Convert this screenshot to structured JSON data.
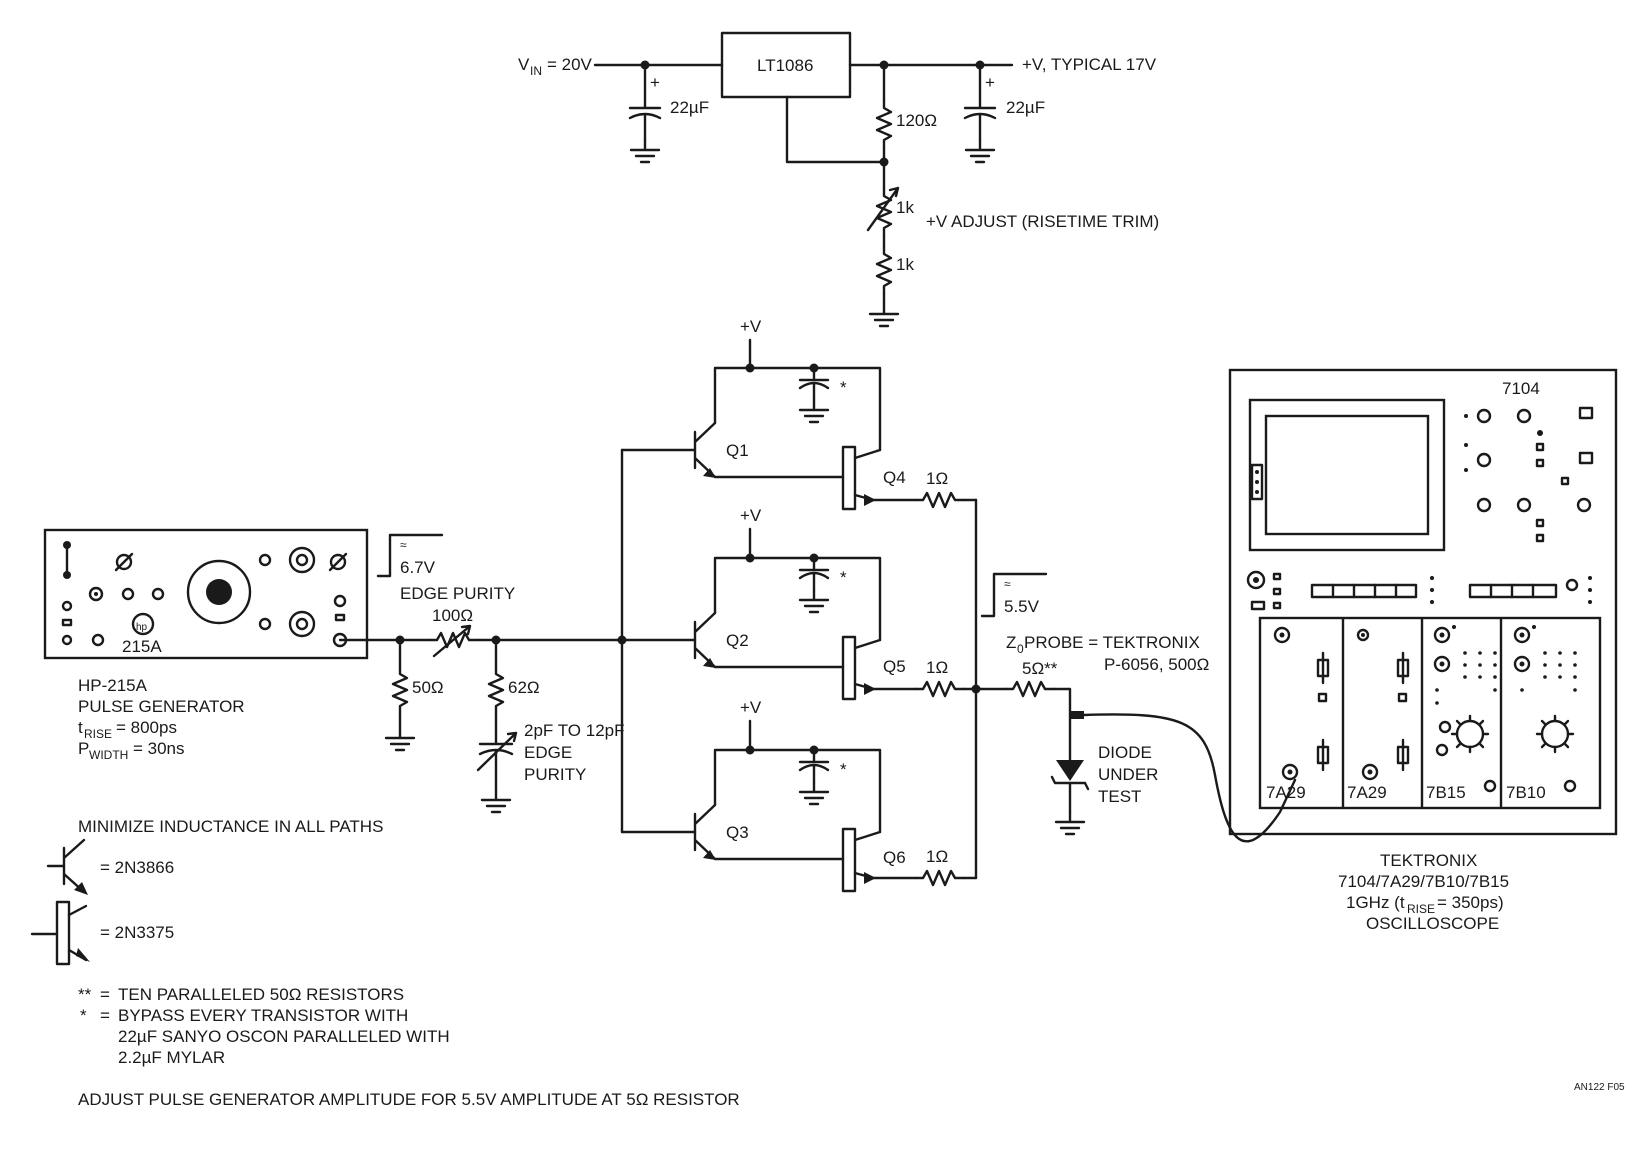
{
  "regulator": {
    "vin_label": "V",
    "vin_sub": "IN",
    "vin_value": " = 20V",
    "ic_label": "LT1086",
    "out_label": "+V, TYPICAL 17V",
    "cap_in": "22µF",
    "cap_out": "22µF",
    "r_top": "120Ω",
    "r_adj": "1k",
    "r_bot": "1k",
    "adj_label": "+V ADJUST (RISETIME TRIM)",
    "plus": "+"
  },
  "generator": {
    "model": "215A",
    "logo": "hp",
    "title1": "HP-215A",
    "title2": "PULSE GENERATOR",
    "trise_pre": "t",
    "trise_sub": "RISE",
    "trise_val": " = 800ps",
    "pwidth_pre": "P",
    "pwidth_sub": "WIDTH",
    "pwidth_val": " = 30ns",
    "pulse_approx": "≈",
    "pulse_amp": "6.7V"
  },
  "input_network": {
    "edge_purity": "EDGE PURITY",
    "r_trim": "100Ω",
    "r_term": "50Ω",
    "r_62": "62Ω",
    "cap_trim1": "2pF TO 12pF",
    "cap_trim2": "EDGE",
    "cap_trim3": "PURITY"
  },
  "stages": {
    "vplus": "+V",
    "star": "*",
    "q1": "Q1",
    "q2": "Q2",
    "q3": "Q3",
    "q4": "Q4",
    "q5": "Q5",
    "q6": "Q6",
    "r_emitter": "1Ω"
  },
  "output": {
    "pulse_approx": "≈",
    "pulse_amp": "5.5V",
    "probe1_pre": "Z",
    "probe1_sub": "0",
    "probe1_val": " PROBE = TEKTRONIX",
    "probe2": "P-6056, 500Ω",
    "r_5": "5Ω**",
    "dut1": "DIODE",
    "dut2": "UNDER",
    "dut3": "TEST"
  },
  "scope": {
    "model": "7104",
    "plugins": [
      "7A29",
      "7A29",
      "7B15",
      "7B10"
    ],
    "cap1": "TEKTRONIX",
    "cap2": "7104/7A29/7B10/7B15",
    "cap3_pre": "1GHz (t",
    "cap3_sub": "RISE",
    "cap3_val": " = 350ps)",
    "cap4": "OSCILLOSCOPE"
  },
  "notes": {
    "minimize": "MINIMIZE INDUCTANCE IN ALL PATHS",
    "sym1": "= 2N3866",
    "sym2": "= 2N3375",
    "n1_mark": "**",
    "n1_eq": "=",
    "n1": "TEN PARALLELED 50Ω RESISTORS",
    "n2_mark": "*",
    "n2_eq": "=",
    "n2a": "BYPASS EVERY TRANSISTOR WITH",
    "n2b": "22µF SANYO OSCON PARALLELED WITH",
    "n2c": "2.2µF MYLAR",
    "adjust": "ADJUST PULSE GENERATOR AMPLITUDE FOR 5.5V AMPLITUDE AT 5Ω RESISTOR",
    "fig_id": "AN122 F05"
  }
}
